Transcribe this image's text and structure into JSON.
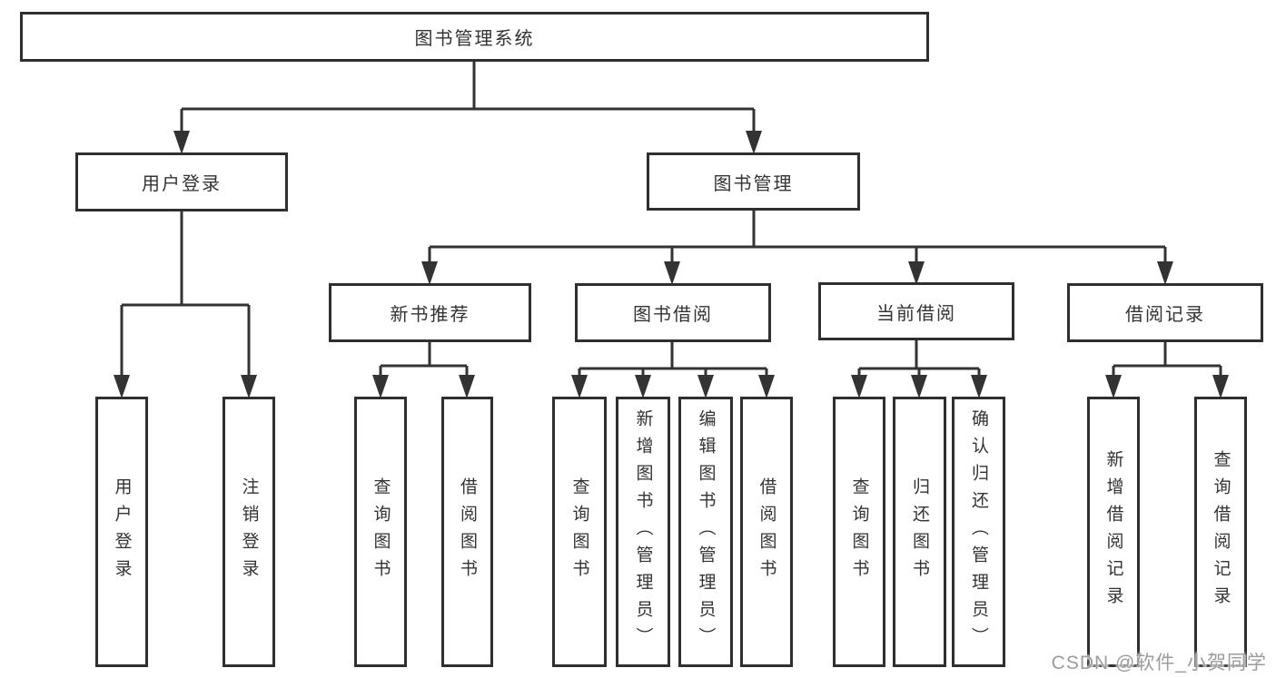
{
  "watermark": "CSDN @软件_小贺同学",
  "colors": {
    "line": "#2f2f2f",
    "text": "#333333",
    "background": "#ffffff",
    "watermark": "#9c9c9c"
  },
  "tree": {
    "label": "图书管理系统",
    "children": [
      {
        "label": "用户登录",
        "children": [
          {
            "label": "用户登录"
          },
          {
            "label": "注销登录"
          }
        ]
      },
      {
        "label": "图书管理",
        "children": [
          {
            "label": "新书推荐",
            "children": [
              {
                "label": "查询图书"
              },
              {
                "label": "借阅图书"
              }
            ]
          },
          {
            "label": "图书借阅",
            "children": [
              {
                "label": "查询图书"
              },
              {
                "label": "新增图书（管理员）"
              },
              {
                "label": "编辑图书（管理员）"
              },
              {
                "label": "借阅图书"
              }
            ]
          },
          {
            "label": "当前借阅",
            "children": [
              {
                "label": "查询图书"
              },
              {
                "label": "归还图书"
              },
              {
                "label": "确认归还（管理员）"
              }
            ]
          },
          {
            "label": "借阅记录",
            "children": [
              {
                "label": "新增借阅记录"
              },
              {
                "label": "查询借阅记录"
              }
            ]
          }
        ]
      }
    ]
  }
}
